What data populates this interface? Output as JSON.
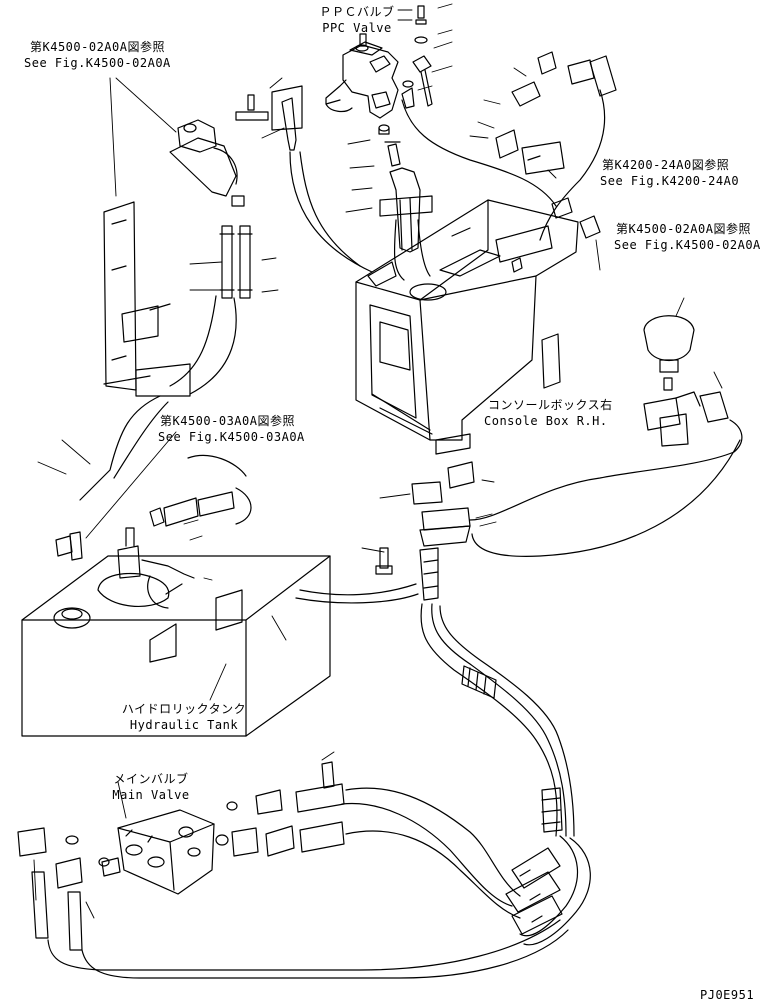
{
  "callouts": {
    "ppc_valve": {
      "jp": "ＰＰＣバルブ",
      "en": "PPC Valve"
    },
    "ref_k4500_02a0a_top": {
      "jp": "第K4500-02A0A図参照",
      "en": "See Fig.K4500-02A0A"
    },
    "ref_k4200_24a0": {
      "jp": "第K4200-24A0図参照",
      "en": "See Fig.K4200-24A0"
    },
    "ref_k4500_02a0a_right": {
      "jp": "第K4500-02A0A図参照",
      "en": "See Fig.K4500-02A0A"
    },
    "ref_k4500_03a0a": {
      "jp": "第K4500-03A0A図参照",
      "en": "See Fig.K4500-03A0A"
    },
    "console_box": {
      "jp": "コンソールボックス右",
      "en": "Console Box R.H."
    },
    "hydraulic_tank": {
      "jp": "ハイドロリックタンク",
      "en": "Hydraulic Tank"
    },
    "main_valve": {
      "jp": "メインバルブ",
      "en": "Main Valve"
    }
  },
  "drawing_code": "PJ0E951",
  "line_color": "#000000"
}
